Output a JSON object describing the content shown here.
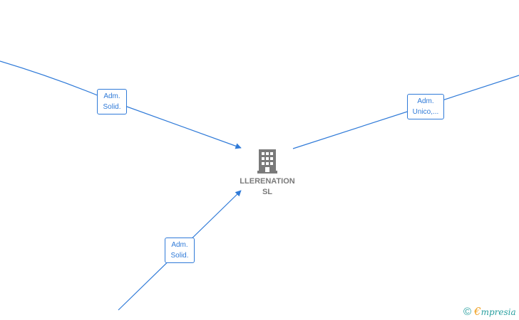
{
  "center_node": {
    "name_line1": "LLERENATION",
    "name_line2": "SL",
    "icon": "building-icon"
  },
  "edges": [
    {
      "id": "top-left",
      "label_line1": "Adm.",
      "label_line2": "Solid."
    },
    {
      "id": "top-right",
      "label_line1": "Adm.",
      "label_line2": "Unico,..."
    },
    {
      "id": "bottom-left",
      "label_line1": "Adm.",
      "label_line2": "Solid."
    }
  ],
  "footer": {
    "copyright_symbol": "©",
    "brand_first": "€",
    "brand_rest": "mpresia"
  },
  "colors": {
    "edge": "#2f7ad8",
    "node": "#7a7a7a",
    "brand": "#2aa0a0",
    "brand_accent": "#f0a020"
  }
}
